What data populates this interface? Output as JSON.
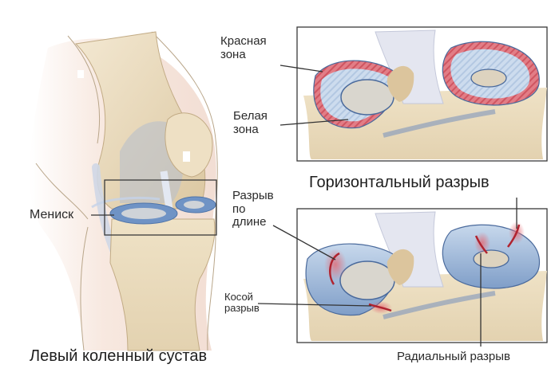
{
  "diagram": {
    "title": "Левый коленный сустав",
    "colors": {
      "bone": "#eadcc0",
      "bone_dark": "#c9b48f",
      "skin": "#f4e1d6",
      "meniscus_blue": "#8fb0d6",
      "meniscus_light": "#c9d9ec",
      "red_zone": "#d9606b",
      "tear_red": "#c0303a",
      "frame": "#333333"
    },
    "left_panel": {
      "caption": "Левый коленный сустав",
      "callout": "Мениск"
    },
    "top_right_panel": {
      "zones": [
        {
          "label_line1": "Красная",
          "label_line2": "зона"
        },
        {
          "label_line1": "Белая",
          "label_line2": "зона"
        }
      ]
    },
    "bottom_right_panel": {
      "title": "Горизонтальный разрыв",
      "tears": [
        {
          "label_line1": "Разрыв",
          "label_line2": "по",
          "label_line3": "длине"
        },
        {
          "label_line1": "Косой",
          "label_line2": "разрыв"
        },
        {
          "label": "Радиальный разрыв"
        }
      ]
    }
  }
}
